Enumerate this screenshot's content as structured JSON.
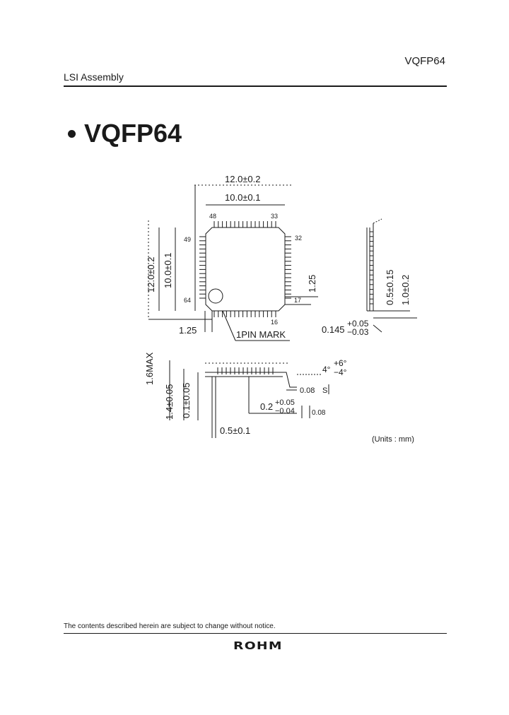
{
  "header": {
    "part_number": "VQFP64",
    "section": "LSI Assembly"
  },
  "title": "VQFP64",
  "drawing": {
    "top_view": {
      "dim_body_outer": "12.0±0.2",
      "dim_body_inner": "10.0±0.1",
      "pin_48": "48",
      "pin_33": "33",
      "pin_49": "49",
      "pin_32": "32",
      "pin_64": "64",
      "pin_17": "17",
      "pin_16": "16",
      "dim_vert_outer": "12.0±0.2",
      "dim_vert_inner": "10.0±0.1",
      "dim_edge_right": "1.25",
      "dim_edge_bottom": "1.25",
      "pin_mark": "1PIN MARK"
    },
    "side_view": {
      "dim_lead_pitch_width": "0.5±0.15",
      "dim_thickness": "1.0±0.2",
      "dim_lead_thickness": "0.145",
      "tol_plus": "+0.05",
      "tol_minus": "−0.03"
    },
    "front_view": {
      "dim_max_height": "1.6MAX",
      "dim_body_height": "1.4±0.05",
      "dim_standoff": "0.1±0.05",
      "angle": "4°",
      "angle_plus": "+6°",
      "angle_minus": "−4°",
      "coplanarity": "0.08",
      "datum": "S",
      "lead_width": "0.2",
      "lead_tol_plus": "+0.05",
      "lead_tol_minus": "−0.04",
      "position_tol": "0.08",
      "pitch": "0.5±0.1"
    }
  },
  "units": "(Units : mm)",
  "footer": {
    "notice": "The contents described herein are subject to change without notice.",
    "logo": "ROHM"
  }
}
